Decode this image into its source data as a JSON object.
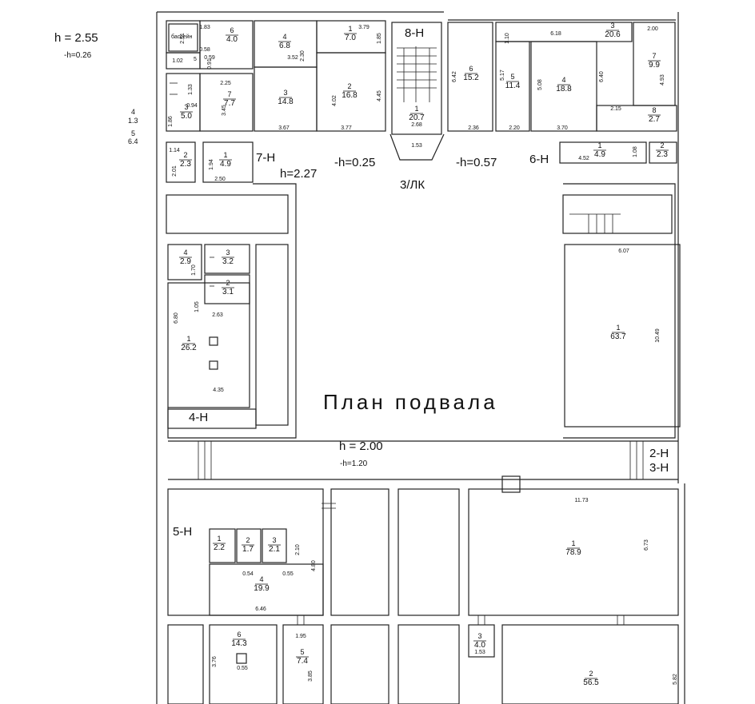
{
  "plan": {
    "title": "План подвала",
    "heights": {
      "top_left_h": "h = 2.55",
      "top_left_neg": "-h=0.26",
      "mid_h": "h=2.27",
      "mid_neg_1": "-h=0.25",
      "mid_neg_2": "-h=0.57",
      "main_h": "h = 2.00",
      "main_neg": "-h=1.20"
    },
    "labels": {
      "pool": "бассейн",
      "stair": "3/ЛК",
      "u8": "8-Н",
      "u7": "7-Н",
      "u6": "6-Н",
      "u4": "4-Н",
      "u5": "5-Н",
      "u2": "2-Н",
      "u3": "3-Н"
    },
    "side_note": {
      "n1": "4",
      "a1": "1.3",
      "n2": "5",
      "a2": "6.4"
    },
    "rooms": [
      {
        "num": "6",
        "area": "4.0"
      },
      {
        "num": "4",
        "area": "6.8"
      },
      {
        "num": "1",
        "area": "7.0"
      },
      {
        "num": "3",
        "area": "14.8"
      },
      {
        "num": "2",
        "area": "16.8"
      },
      {
        "num": "7",
        "area": "7.7"
      },
      {
        "num": "3",
        "area": "5.0"
      },
      {
        "num": "1",
        "area": "20.7"
      },
      {
        "num": "6",
        "area": "15.2"
      },
      {
        "num": "5",
        "area": "11.4"
      },
      {
        "num": "4",
        "area": "18.8"
      },
      {
        "num": "3",
        "area": "20.6"
      },
      {
        "num": "7",
        "area": "9.9"
      },
      {
        "num": "8",
        "area": "2.7"
      },
      {
        "num": "2",
        "area": "2.3"
      },
      {
        "num": "1",
        "area": "4.9"
      },
      {
        "num": "1",
        "area": "4.9"
      },
      {
        "num": "2",
        "area": "2.3"
      },
      {
        "num": "4",
        "area": "2.9"
      },
      {
        "num": "3",
        "area": "3.2"
      },
      {
        "num": "2",
        "area": "3.1"
      },
      {
        "num": "1",
        "area": "26.2"
      },
      {
        "num": "1",
        "area": "63.7"
      },
      {
        "num": "1",
        "area": "2.2"
      },
      {
        "num": "2",
        "area": "1.7"
      },
      {
        "num": "3",
        "area": "2.1"
      },
      {
        "num": "4",
        "area": "19.9"
      },
      {
        "num": "6",
        "area": "14.3"
      },
      {
        "num": "5",
        "area": "7.4"
      },
      {
        "num": "3",
        "area": "4.0"
      },
      {
        "num": "1",
        "area": "78.9"
      },
      {
        "num": "2",
        "area": "56.5"
      }
    ],
    "dims": [
      "1.83",
      "2.51",
      "0.58",
      "0.59",
      "0.91",
      "1.02",
      "5",
      "1.33",
      "0.94",
      "1.86",
      "2.25",
      "3.45",
      "3.52",
      "2.30",
      "3.79",
      "1.85",
      "4.45",
      "4.02",
      "3.67",
      "3.77",
      "2.68",
      "1.53",
      "6.42",
      "1.10",
      "6.18",
      "2.00",
      "5.17",
      "5.08",
      "6.40",
      "4.93",
      "2.15",
      "2.36",
      "2.20",
      "3.70",
      "1.14",
      "2.01",
      "1.94",
      "2.50",
      "4.52",
      "1.08",
      "6.07",
      "10.49",
      "1.70",
      "1.05",
      "6.80",
      "2.63",
      "4.35",
      "11.73",
      "6.73",
      "2.10",
      "0.54",
      "0.55",
      "4.80",
      "6.46",
      "1.95",
      "3.76",
      "0.55",
      "3.85",
      "1.53",
      "5.82"
    ]
  }
}
